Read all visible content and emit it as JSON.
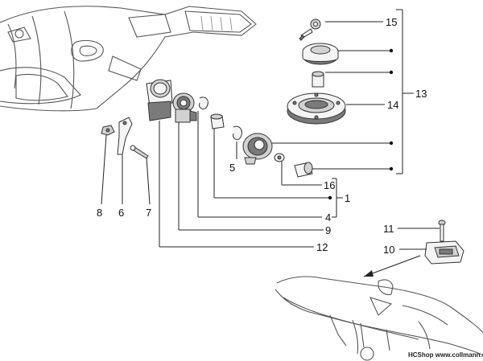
{
  "diagram": {
    "callouts": [
      {
        "id": "15",
        "label": "15"
      },
      {
        "id": "14",
        "label": "14"
      },
      {
        "id": "13",
        "label": "13"
      },
      {
        "id": "5",
        "label": "5"
      },
      {
        "id": "16",
        "label": "16"
      },
      {
        "id": "1",
        "label": "1"
      },
      {
        "id": "4",
        "label": "4"
      },
      {
        "id": "9",
        "label": "9"
      },
      {
        "id": "12",
        "label": "12"
      },
      {
        "id": "8",
        "label": "8"
      },
      {
        "id": "6",
        "label": "6"
      },
      {
        "id": "7",
        "label": "7"
      },
      {
        "id": "11",
        "label": "11"
      },
      {
        "id": "10",
        "label": "10"
      }
    ],
    "watermark": "HCShop www.collmann.eu"
  }
}
